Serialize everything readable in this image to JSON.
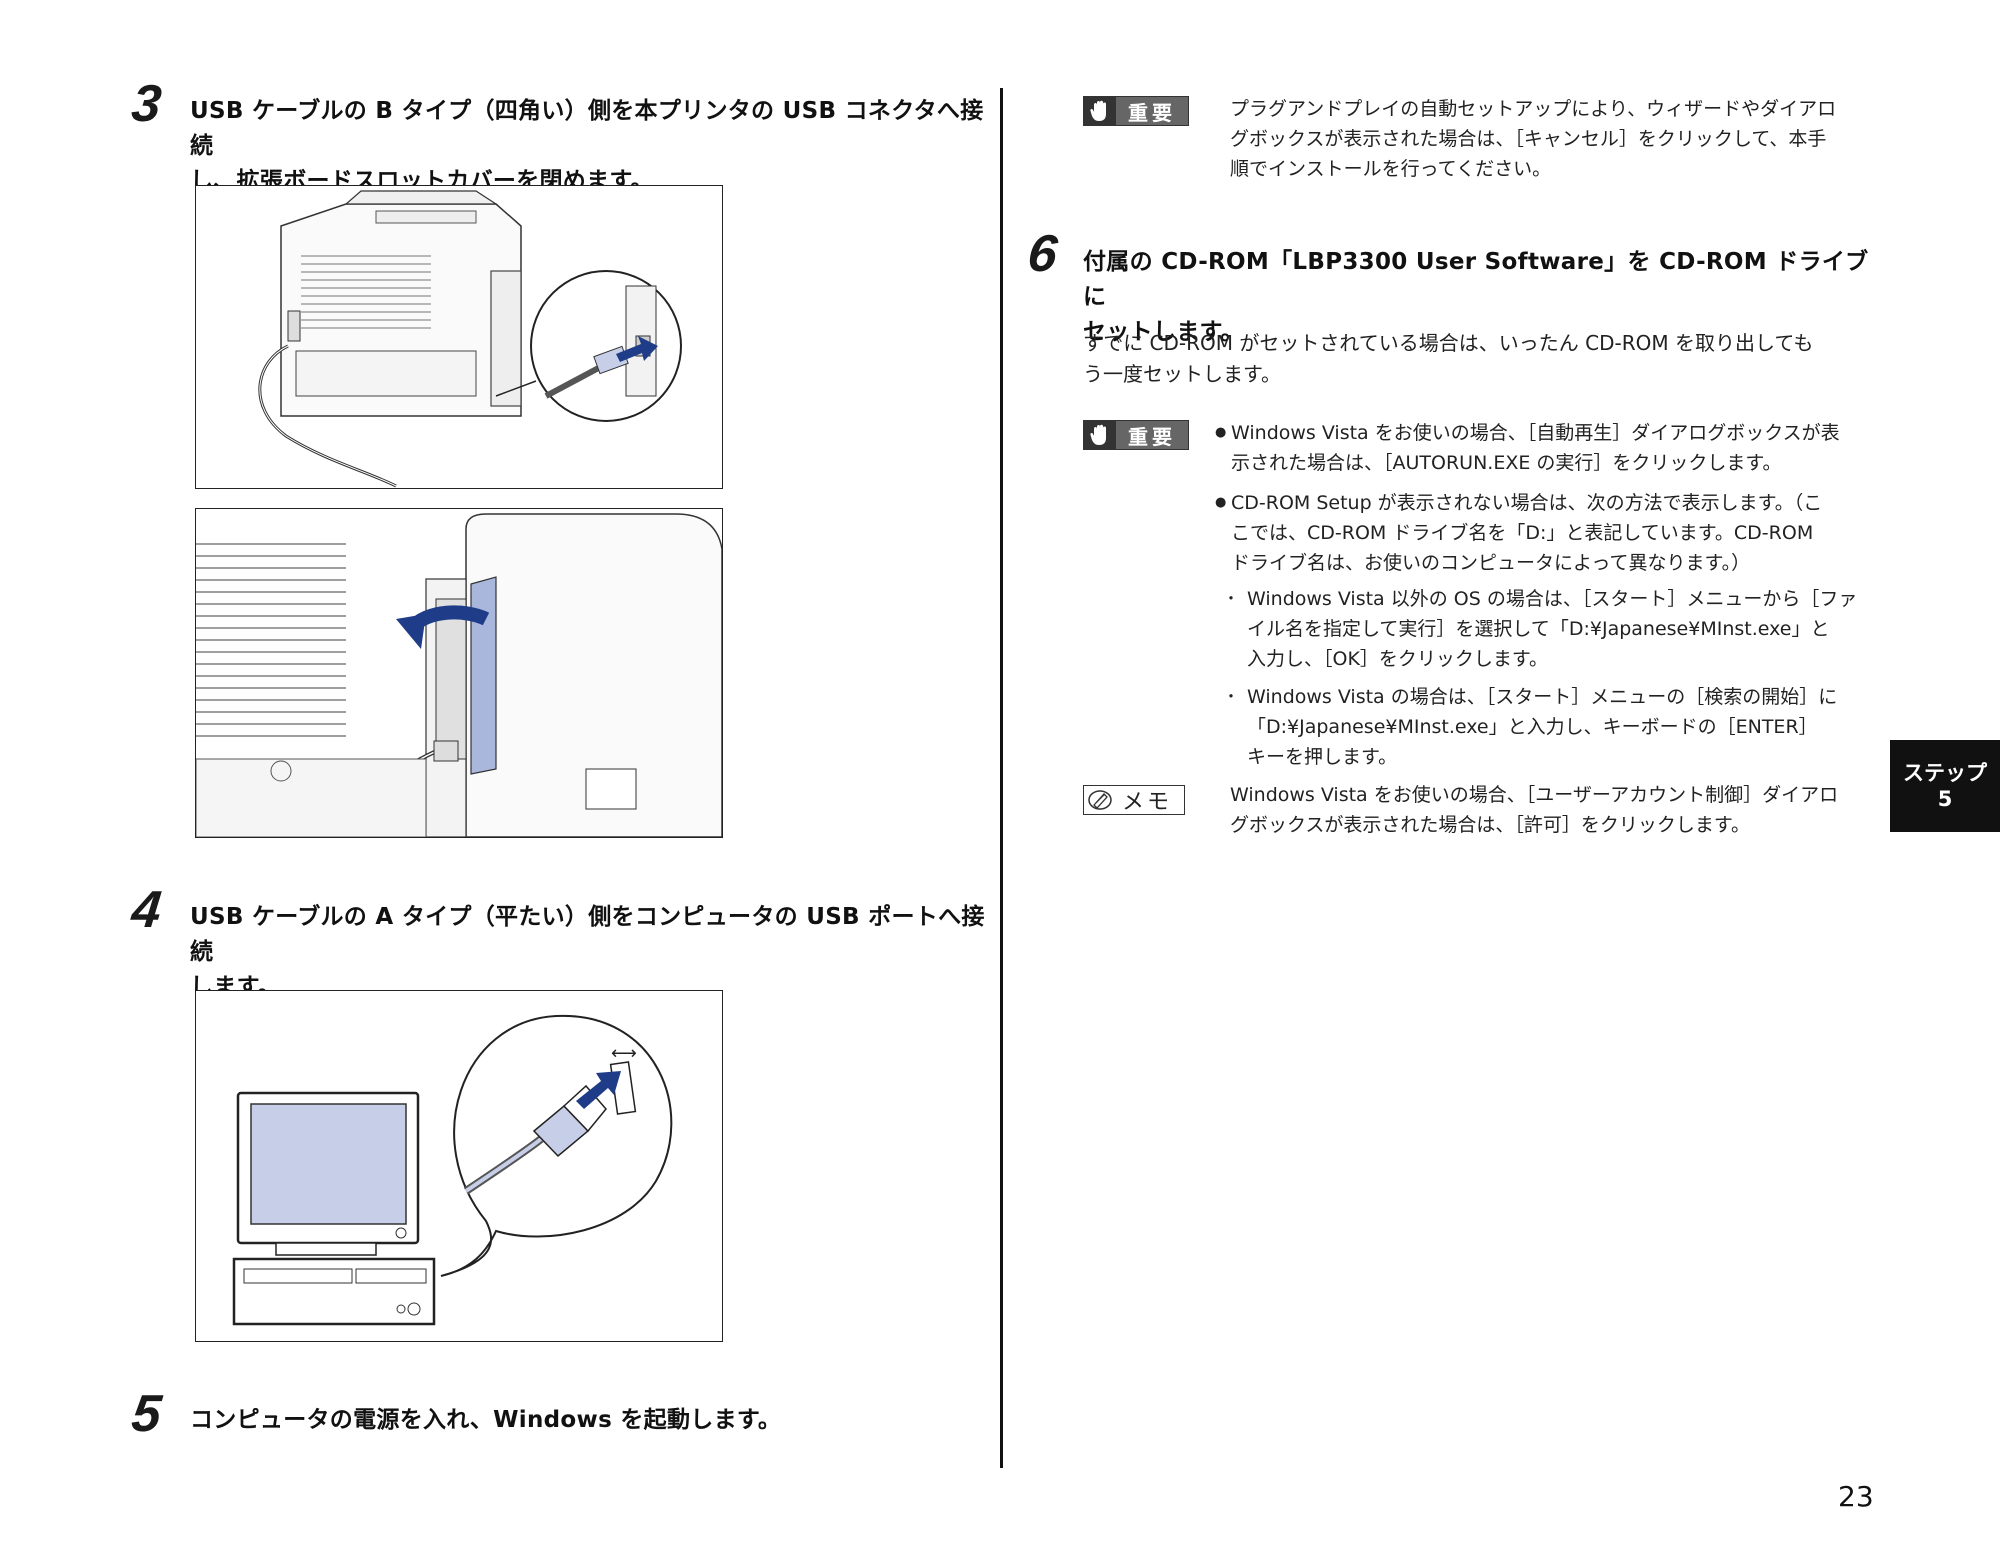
{
  "left": {
    "step3": {
      "num": "3",
      "line1": "USB ケーブルの B タイプ（四角い）側を本プリンタの USB コネクタへ接続",
      "line2": "し、拡張ボードスロットカバーを閉めます。"
    },
    "step4": {
      "num": "4",
      "line1": "USB ケーブルの A タイプ（平たい）側をコンピュータの USB ポートへ接続",
      "line2": "します。"
    },
    "step5": {
      "num": "5",
      "line1": "コンピュータの電源を入れ、Windows を起動します。"
    }
  },
  "right": {
    "important1": {
      "label": "重要",
      "lines": [
        "プラグアンドプレイの自動セットアップにより、ウィザードやダイアロ",
        "グボックスが表示された場合は、［キャンセル］をクリックして、本手",
        "順でインストールを行ってください。"
      ]
    },
    "step6": {
      "num": "6",
      "line1": "付属の CD-ROM「LBP3300 User Software」を CD-ROM ドライブに",
      "line2": "セットします。",
      "desc1": "すでに CD-ROM がセットされている場合は、いったん CD-ROM を取り出しても",
      "desc2": "う一度セットします。"
    },
    "important2": {
      "label": "重要",
      "bullet1": [
        "Windows Vista をお使いの場合、［自動再生］ダイアログボックスが表",
        "示された場合は、［AUTORUN.EXE の実行］をクリックします。"
      ],
      "bullet2": [
        "CD-ROM Setup が表示されない場合は、次の方法で表示します。（こ",
        "こでは、CD-ROM ドライブ名を「D:」と表記しています。CD-ROM",
        "ドライブ名は、お使いのコンピュータによって異なります。）"
      ],
      "sub1": [
        "Windows Vista 以外の OS の場合は、［スタート］メニューから［ファ",
        "イル名を指定して実行］を選択して「D:¥Japanese¥MInst.exe」と",
        "入力し、［OK］をクリックします。"
      ],
      "sub2": [
        "Windows Vista の場合は、［スタート］メニューの［検索の開始］に",
        "「D:¥Japanese¥MInst.exe」と入力し、キーボードの［ENTER］",
        "キーを押します。"
      ]
    },
    "memo": {
      "label": "メモ",
      "lines": [
        "Windows Vista をお使いの場合、［ユーザーアカウント制御］ダイアロ",
        "グボックスが表示された場合は、［許可］をクリックします。"
      ]
    }
  },
  "side_tab": {
    "line1": "ステップ",
    "line2": "5"
  },
  "page_number": "23",
  "colors": {
    "accent_blue": "#1f3c88",
    "screen_fill": "#c7cfe8",
    "badge_gray": "#666666"
  }
}
